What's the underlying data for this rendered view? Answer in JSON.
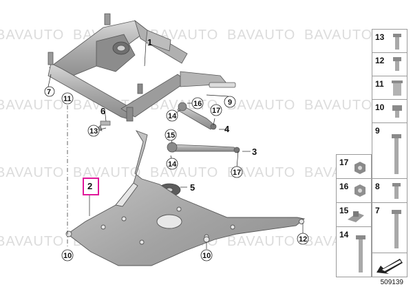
{
  "watermark": "BAVAUTO",
  "catalog_number": "509139",
  "highlighted_part": "2",
  "callouts": {
    "c1": "1",
    "c3": "3",
    "c4": "4",
    "c5": "5",
    "c6": "6",
    "c7": "7",
    "c9": "9",
    "c10a": "10",
    "c10b": "10",
    "c11": "11",
    "c12": "12",
    "c13": "13",
    "c14a": "14",
    "c14b": "14",
    "c15": "15",
    "c16": "16",
    "c17a": "17",
    "c17b": "17"
  },
  "hardware_tiles": {
    "right_column": [
      "13",
      "12",
      "11",
      "10",
      "9",
      "8",
      "7"
    ],
    "left_column": [
      "17",
      "16",
      "15",
      "14"
    ]
  }
}
